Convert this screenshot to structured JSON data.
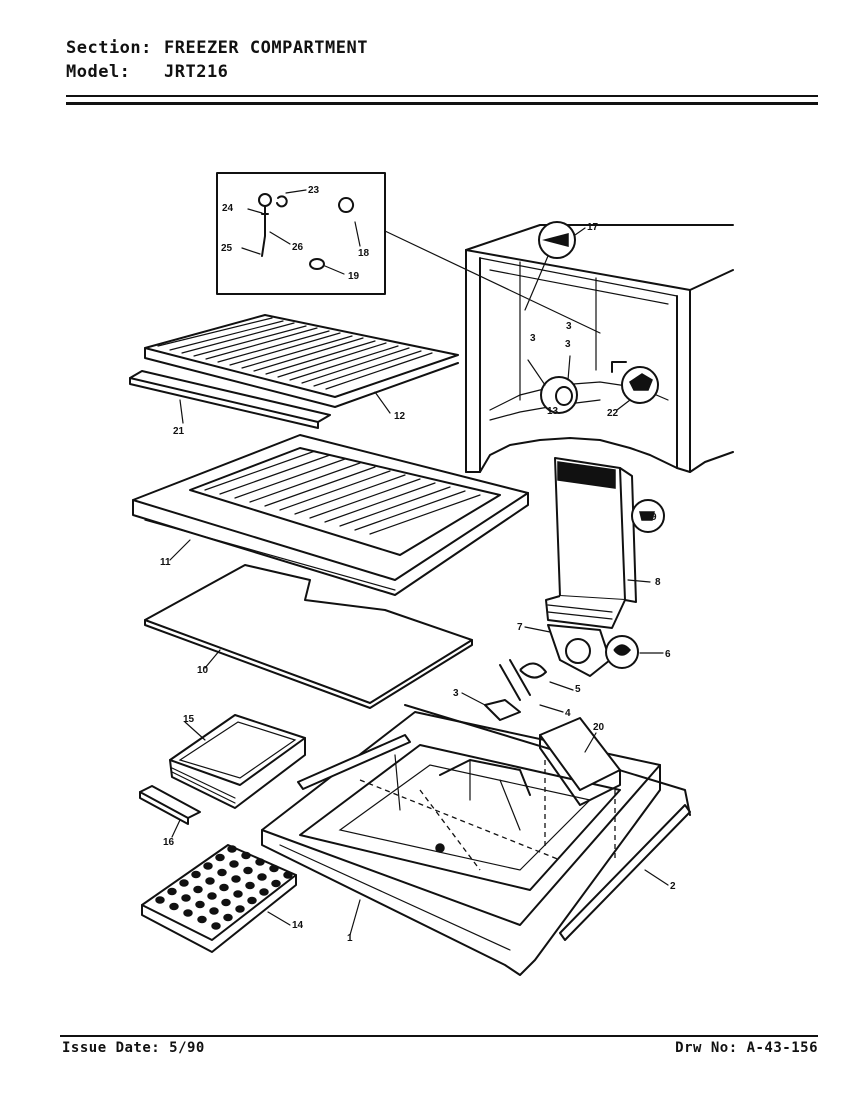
{
  "header": {
    "section_key": "Section:",
    "section_value": "FREEZER COMPARTMENT",
    "model_key": "Model:",
    "model_value": "JRT216"
  },
  "footer": {
    "issue_date": "Issue Date: 5/90",
    "drawing_number": "Drw No: A-43-156"
  },
  "callouts": [
    "1",
    "2",
    "3",
    "4",
    "5",
    "6",
    "7",
    "8",
    "9",
    "10",
    "11",
    "12",
    "13",
    "14",
    "15",
    "16",
    "17",
    "18",
    "19",
    "20",
    "21",
    "22",
    "23",
    "24",
    "25",
    "26",
    "3",
    "3",
    "3"
  ]
}
